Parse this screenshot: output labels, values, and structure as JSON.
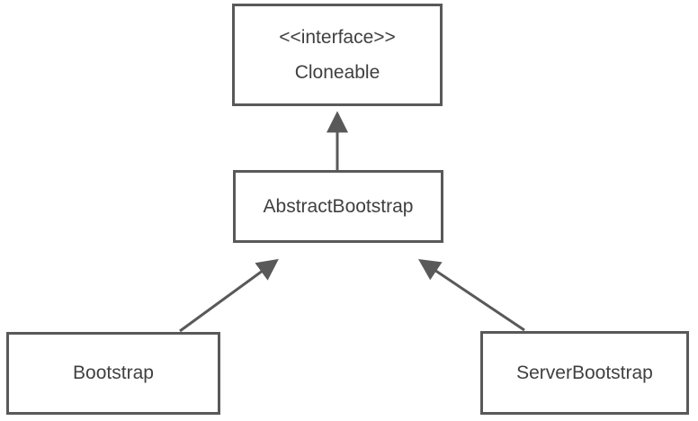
{
  "diagram": {
    "type": "uml-class-diagram",
    "colors": {
      "background": "#ffffff",
      "box_border": "#595959",
      "box_fill": "#ffffff",
      "arrow": "#595959",
      "text": "#404040"
    },
    "nodes": {
      "cloneable": {
        "stereotype": "<<interface>>",
        "label": "Cloneable"
      },
      "abstract_bootstrap": {
        "label": "AbstractBootstrap"
      },
      "bootstrap": {
        "label": "Bootstrap"
      },
      "server_bootstrap": {
        "label": "ServerBootstrap"
      }
    },
    "edges": [
      {
        "from": "AbstractBootstrap",
        "to": "Cloneable",
        "arrowhead": "filled-triangle"
      },
      {
        "from": "Bootstrap",
        "to": "AbstractBootstrap",
        "arrowhead": "filled-triangle"
      },
      {
        "from": "ServerBootstrap",
        "to": "AbstractBootstrap",
        "arrowhead": "filled-triangle"
      }
    ]
  }
}
